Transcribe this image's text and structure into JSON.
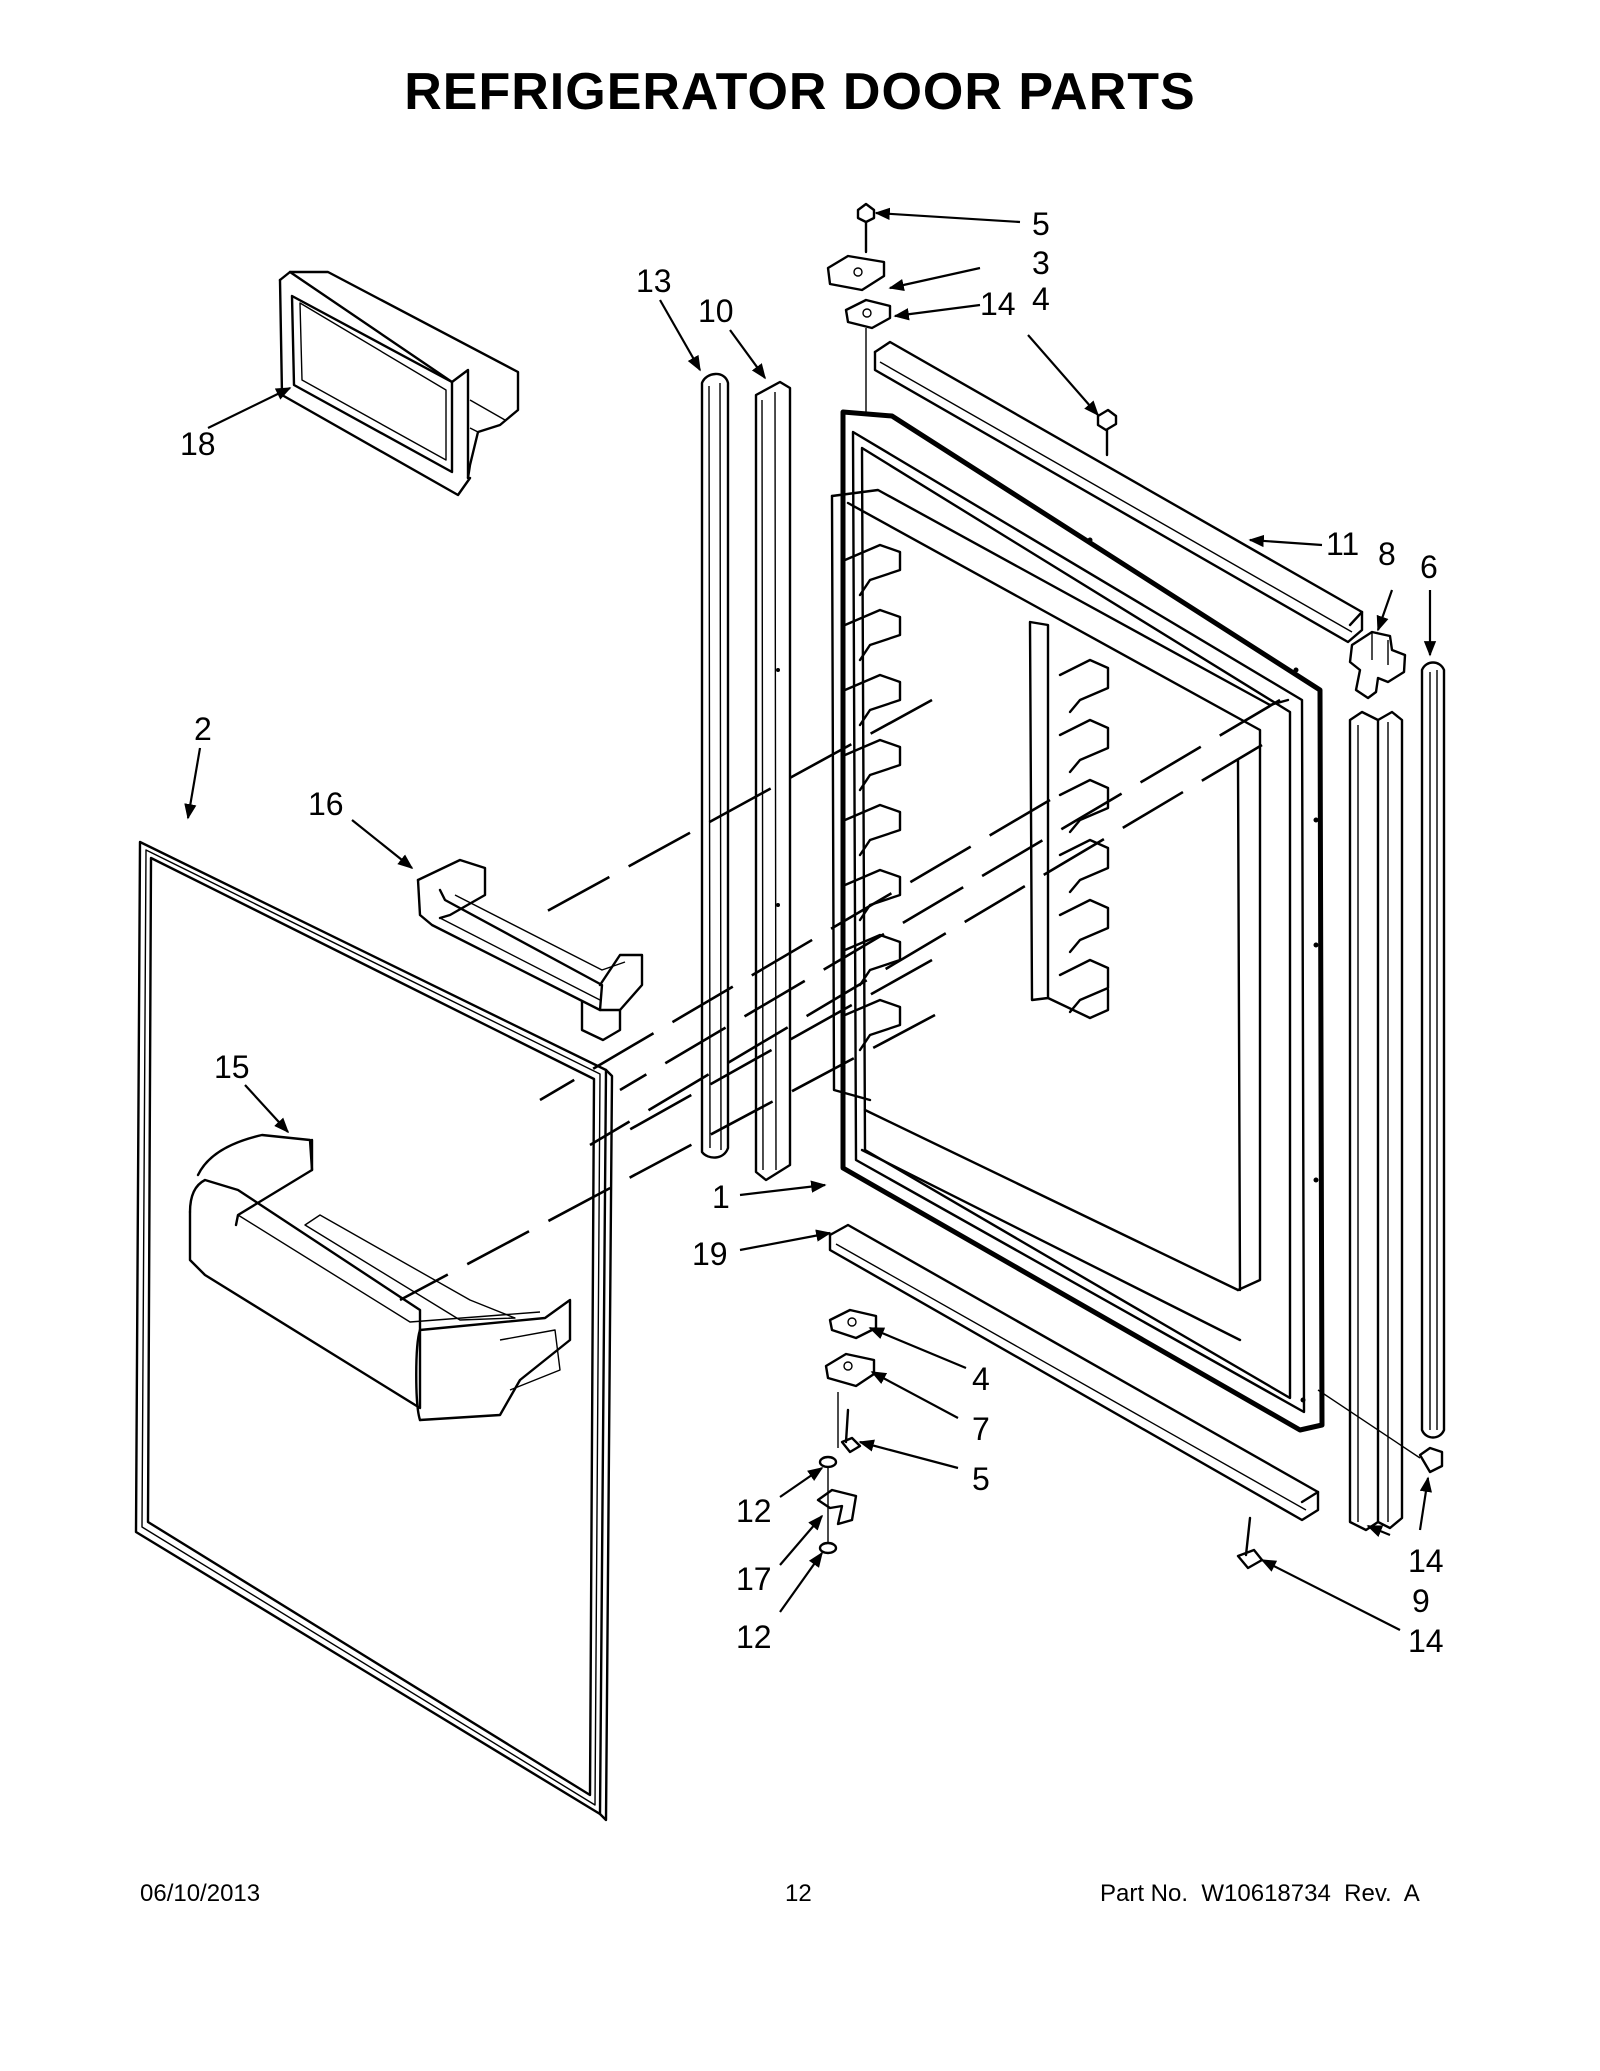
{
  "title": "REFRIGERATOR DOOR PARTS",
  "callouts": {
    "c1": "1",
    "c2": "2",
    "c3": "3",
    "c4a": "4",
    "c4b": "4",
    "c5a": "5",
    "c5b": "5",
    "c6": "6",
    "c7": "7",
    "c8": "8",
    "c9": "9",
    "c10": "10",
    "c11": "11",
    "c12a": "12",
    "c12b": "12",
    "c13": "13",
    "c14a": "14",
    "c14b": "14",
    "c14c": "14",
    "c15": "15",
    "c16": "16",
    "c17": "17",
    "c18": "18",
    "c19": "19"
  },
  "footer": {
    "date": "06/10/2013",
    "page": "12",
    "part_number": "Part No.  W10618734  Rev.  A"
  }
}
